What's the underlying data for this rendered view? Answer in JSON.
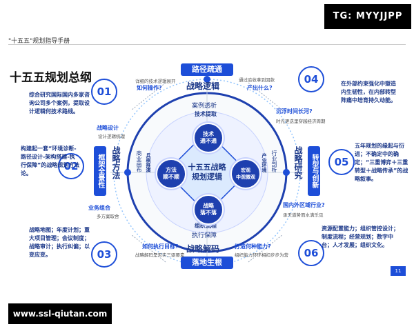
{
  "watermarks": {
    "top": "TG: MYYJJPP",
    "bottom": "www.ssl-qiutan.com"
  },
  "header": {
    "label": "\"十五五\"规划指导手册",
    "title": "十五五规划总纲",
    "page_number": "11"
  },
  "center": {
    "title": "十五五战略规划逻辑"
  },
  "top_banner": "路径疏通",
  "bottom_banner": "落地生根",
  "quadrant_labels": {
    "strategy_logic": "战略逻辑",
    "strategy_method": "战略方法",
    "strategy_research": "战略研究",
    "strategy_decode": "战略解码"
  },
  "ring_labels": {
    "case": "案例透析",
    "tech": "技术提取",
    "org": "组织流程",
    "exec": "执行保障",
    "business": "商业画布",
    "bingqi": "兵棋推演",
    "industry": "行业剖析",
    "environment": "产业环境"
  },
  "bubbles": {
    "top": "技术\n通不通",
    "left": "方法\n顺不顺",
    "right": "宏观\n中观微观",
    "bottom": "战略\n落不落"
  },
  "side_tabs": {
    "left": "框架全景性",
    "right": "转型与创新"
  },
  "sections": [
    {
      "num": "01",
      "text": "综合研究国际国内多家咨询公司多个案例，提取设计逻辑何技术路线。"
    },
    {
      "num": "02",
      "text": "构建起一套“环境诊断-路径设计-架构搭建-执行保障”的战略规划方法论。"
    },
    {
      "num": "03",
      "text": "战略地图；年度计划；重大项目管理；会议制度；战略审计；执行纠偏；以变应变。"
    },
    {
      "num": "04",
      "text": "在外部约束强化中塑造内生韧性，在内部转型阵痛中培育持久动能。"
    },
    {
      "num": "05",
      "text": "五年规划的缘起与衍进；不确定中的确定；“三重博弈＋三重转型＋战略传承”的战略叙事。"
    },
    {
      "num": "06",
      "text": "资源配置能力；组织管控设计；制度流程；经营规划；数字中台；人才发展；组织文化。"
    }
  ],
  "questions": {
    "how_operate": "如何操作?",
    "output": "产出什么?",
    "sink_time": "沉浮时间长河?",
    "intl_industry": "国内外区域行业?",
    "how_execute": "如何执行目标?",
    "what_ability": "打造何种能力?",
    "strategy_design": "战略设计",
    "business_combo": "业务组合"
  },
  "small_notes": {
    "n1": "详细的技术逻辑展开",
    "n2": "通过验收拿到回款",
    "n3": "设计逻辑梳理",
    "n4": "时光更迭里穿越经济周期",
    "n5": "多方案取舍",
    "n6": "承天道势而水满乐见",
    "n7": "战略解码是否实三驱要素",
    "n8": "组织能力环环相扣步步为营"
  }
}
